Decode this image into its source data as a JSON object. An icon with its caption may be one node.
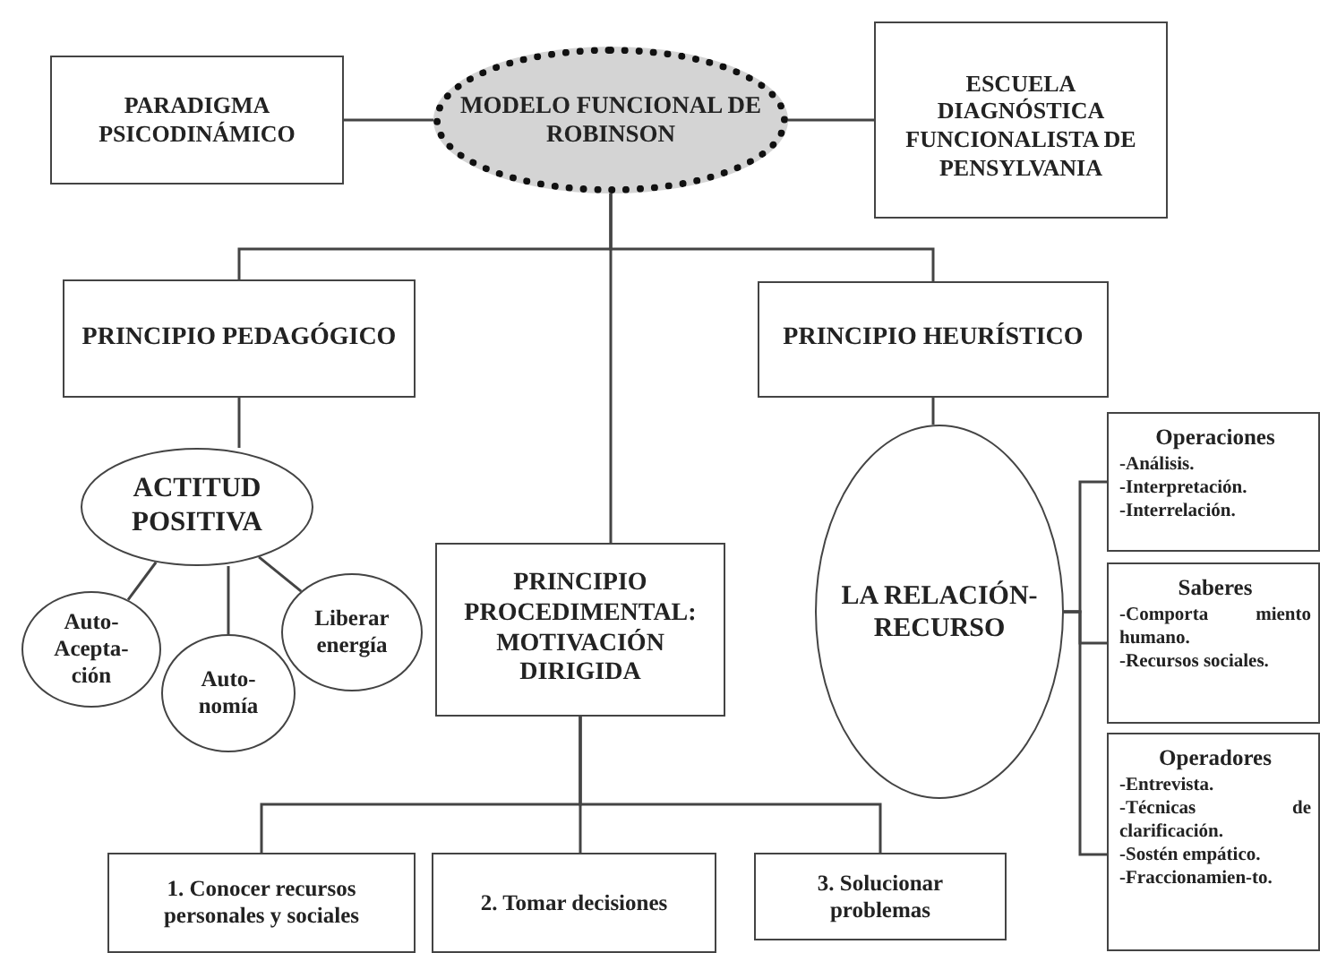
{
  "diagram": {
    "nodes": [
      {
        "text": [
          "PARADIGMA PSICODINÁMICO"
        ]
      },
      {
        "text": [
          "MODELO FUNCIONAL DE ROBINSON"
        ]
      },
      {
        "text": [
          "ESCUELA DIAGNÓSTICA FUNCIONALISTA DE PENSYLVANIA"
        ]
      },
      {
        "text": [
          "PRINCIPIO PEDAGÓGICO"
        ]
      },
      {
        "text": [
          "PRINCIPIO HEURÍSTICO"
        ]
      },
      {
        "text": [
          "ACTITUD POSITIVA"
        ]
      },
      {
        "text": [
          "Auto-Acepta-ción"
        ]
      },
      {
        "text": [
          "Auto-nomía"
        ]
      },
      {
        "text": [
          "Liberar energía"
        ]
      },
      {
        "text": [
          "PRINCIPIO PROCEDIMENTAL: MOTIVACIÓN DIRIGIDA"
        ]
      },
      {
        "text": [
          "LA RELACIÓN-RECURSO"
        ]
      },
      {
        "text": [
          "Operaciones",
          "-Análisis.",
          "-Interpretación.",
          "-Interrelación."
        ]
      },
      {
        "text": [
          "Saberes",
          "-Comporta miento humano.",
          "-Recursos sociales."
        ]
      },
      {
        "text": [
          "Operadores",
          "-Entrevista.",
          "-Técnicas de clarificación.",
          "-Sostén empático.",
          "-Fraccionamien-to."
        ]
      },
      {
        "text": [
          "1. Conocer recursos personales y sociales"
        ]
      },
      {
        "text": [
          "2. Tomar decisiones"
        ]
      },
      {
        "text": [
          "3. Solucionar problemas"
        ]
      }
    ],
    "edges": [
      {
        "from": 1,
        "to": 0,
        "arrow": "none"
      },
      {
        "from": 1,
        "to": 2,
        "arrow": "none"
      },
      {
        "from": 1,
        "to": 3,
        "arrow": "none"
      },
      {
        "from": 1,
        "to": 4,
        "arrow": "none"
      },
      {
        "from": 1,
        "to": 9,
        "arrow": "none"
      },
      {
        "from": 3,
        "to": 5,
        "arrow": "none"
      },
      {
        "from": 5,
        "to": 6,
        "arrow": "none"
      },
      {
        "from": 5,
        "to": 7,
        "arrow": "none"
      },
      {
        "from": 5,
        "to": 8,
        "arrow": "none"
      },
      {
        "from": 4,
        "to": 10,
        "arrow": "none"
      },
      {
        "from": 10,
        "to": 11,
        "arrow": "none"
      },
      {
        "from": 10,
        "to": 12,
        "arrow": "none"
      },
      {
        "from": 10,
        "to": 13,
        "arrow": "none"
      },
      {
        "from": 9,
        "to": 14,
        "arrow": "none"
      },
      {
        "from": 9,
        "to": 15,
        "arrow": "none"
      },
      {
        "from": 9,
        "to": 16,
        "arrow": "none"
      }
    ]
  }
}
